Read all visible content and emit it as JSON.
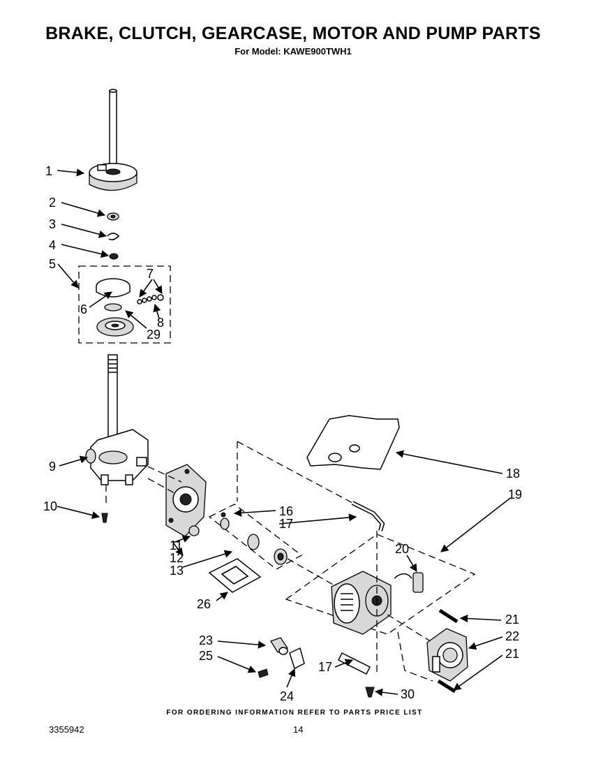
{
  "title": "BRAKE, CLUTCH, GEARCASE, MOTOR AND PUMP PARTS",
  "subtitle": "For Model: KAWE900TWH1",
  "footer_note": "FOR ORDERING INFORMATION REFER TO PARTS PRICE LIST",
  "doc_number": "3355942",
  "page_number": "14",
  "callouts": [
    {
      "id": "c1",
      "text": "1"
    },
    {
      "id": "c2",
      "text": "2"
    },
    {
      "id": "c3",
      "text": "3"
    },
    {
      "id": "c4",
      "text": "4"
    },
    {
      "id": "c5",
      "text": "5"
    },
    {
      "id": "c6",
      "text": "6"
    },
    {
      "id": "c7",
      "text": "7"
    },
    {
      "id": "c8",
      "text": "8"
    },
    {
      "id": "c29",
      "text": "29"
    },
    {
      "id": "c9",
      "text": "9"
    },
    {
      "id": "c10",
      "text": "10"
    },
    {
      "id": "c11",
      "text": "11"
    },
    {
      "id": "c12",
      "text": "12"
    },
    {
      "id": "c13",
      "text": "13"
    },
    {
      "id": "c16",
      "text": "16"
    },
    {
      "id": "c17a",
      "text": "17"
    },
    {
      "id": "c18",
      "text": "18"
    },
    {
      "id": "c19",
      "text": "19"
    },
    {
      "id": "c20",
      "text": "20"
    },
    {
      "id": "c21a",
      "text": "21"
    },
    {
      "id": "c22",
      "text": "22"
    },
    {
      "id": "c21b",
      "text": "21"
    },
    {
      "id": "c26",
      "text": "26"
    },
    {
      "id": "c23",
      "text": "23"
    },
    {
      "id": "c25",
      "text": "25"
    },
    {
      "id": "c24",
      "text": "24"
    },
    {
      "id": "c17b",
      "text": "17"
    },
    {
      "id": "c30",
      "text": "30"
    }
  ]
}
